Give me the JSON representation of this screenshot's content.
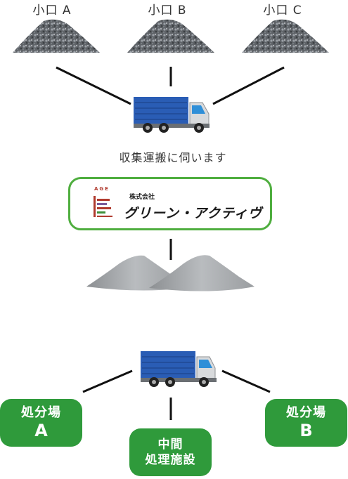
{
  "sources": [
    {
      "label": "小口 A"
    },
    {
      "label": "小口 B"
    },
    {
      "label": "小口 C"
    }
  ],
  "caption": "収集運搬に伺います",
  "company": {
    "logo_letters": "AGE",
    "kind": "株式会社",
    "name": "グリーン・アクティヴ"
  },
  "destinations": {
    "left": {
      "line1": "処分場",
      "line2": "A"
    },
    "middle": {
      "line1": "中間",
      "line2": "処理施設"
    },
    "right": {
      "line1": "処分場",
      "line2": "B"
    }
  },
  "colors": {
    "accent_green": "#2f9a3b",
    "border_green": "#4fae3f",
    "truck_blue": "#2a5db5",
    "gravel_gray": "#6f7378",
    "sand_gray": "#a5a8ab"
  }
}
